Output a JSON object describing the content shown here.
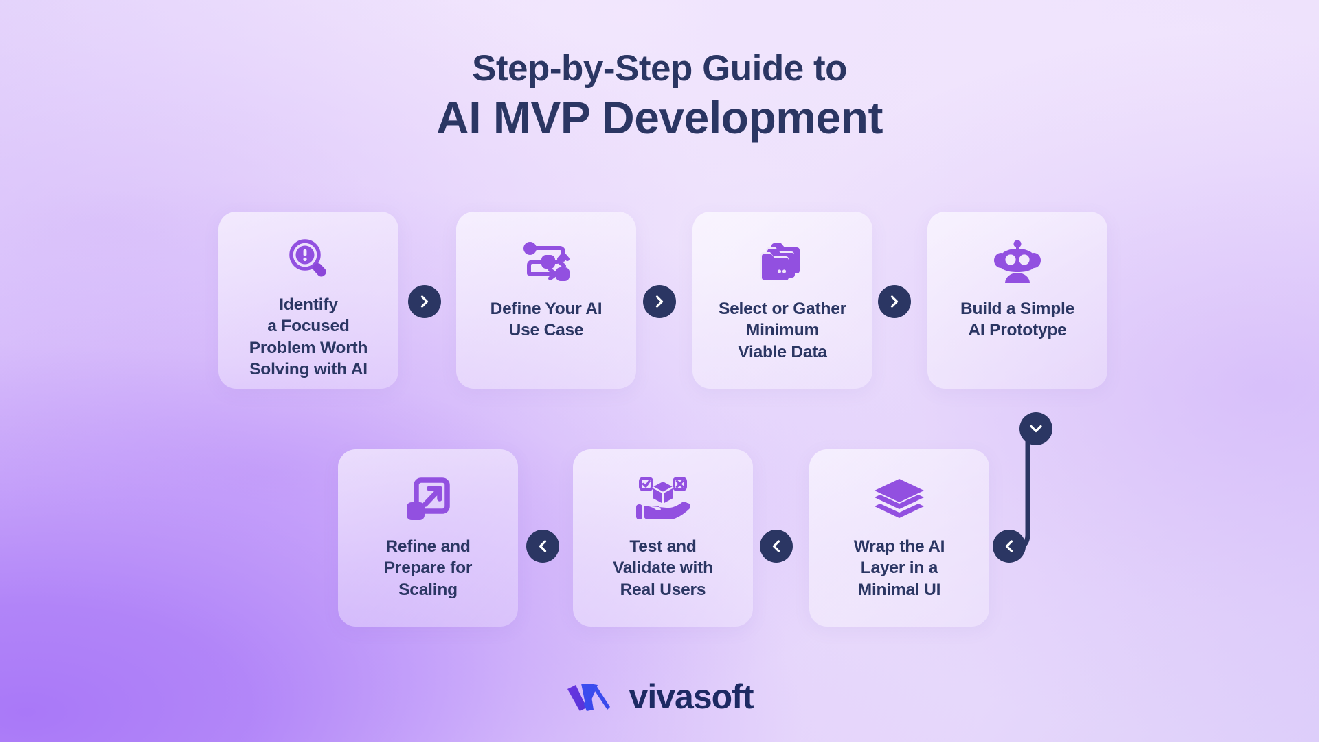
{
  "heading": {
    "line1": "Step-by-Step Guide to",
    "line2": "AI MVP Development"
  },
  "colors": {
    "heading_navy": "#2b3663",
    "icon_purple": "#8b4fd8",
    "icon_purple_light": "#9c5ee8",
    "connector_navy": "#2b3663",
    "card_surface": "rgba(255,255,255,0.50)",
    "background_light": "#ecdffc",
    "background_purple": "#a978f8",
    "logo_navy": "#1d2a63",
    "logo_mark_blue": "#3b4ff0",
    "logo_mark_violet": "#6a35e0"
  },
  "steps": [
    {
      "id": 1,
      "label": "Identify\na Focused\nProblem Worth\nSolving with AI",
      "icon": "magnifier-exclamation-icon"
    },
    {
      "id": 2,
      "label": "Define Your AI\nUse Case",
      "icon": "workflow-nodes-icon"
    },
    {
      "id": 3,
      "label": "Select or Gather\nMinimum\nViable Data",
      "icon": "folders-icon"
    },
    {
      "id": 4,
      "label": "Build a Simple\nAI Prototype",
      "icon": "robot-head-icon"
    },
    {
      "id": 5,
      "label": "Refine and\nPrepare for\nScaling",
      "icon": "scale-expand-arrow-icon"
    },
    {
      "id": 6,
      "label": "Test and\nValidate with\nReal Users",
      "icon": "hand-holding-cube-icon"
    },
    {
      "id": 7,
      "label": "Wrap the AI\nLayer in a\nMinimal UI",
      "icon": "stacked-layers-icon"
    }
  ],
  "connectors": [
    {
      "id": "conn-1",
      "direction": "right",
      "icon": "chevron-right-icon"
    },
    {
      "id": "conn-2",
      "direction": "right",
      "icon": "chevron-right-icon"
    },
    {
      "id": "conn-3",
      "direction": "right",
      "icon": "chevron-right-icon"
    },
    {
      "id": "conn-down",
      "direction": "down",
      "icon": "chevron-down-icon"
    },
    {
      "id": "conn-left-3",
      "direction": "left",
      "icon": "chevron-left-icon"
    },
    {
      "id": "conn-4",
      "direction": "left",
      "icon": "chevron-left-icon"
    },
    {
      "id": "conn-5",
      "direction": "left",
      "icon": "chevron-left-icon"
    }
  ],
  "footer": {
    "brand": "vivasoft",
    "logo_mark": "vivasoft-w-mark-icon"
  }
}
